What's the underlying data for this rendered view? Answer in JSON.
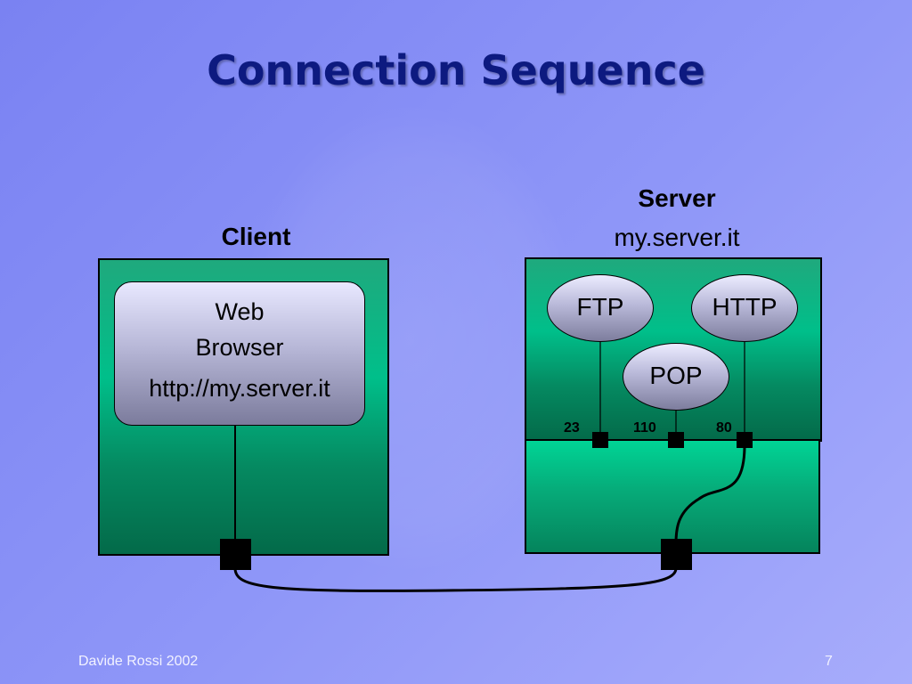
{
  "slide": {
    "title": "Connection Sequence",
    "footer_author": "Davide Rossi 2002",
    "page_number": "7"
  },
  "client": {
    "heading": "Client",
    "browser": {
      "line1": "Web",
      "line2": "Browser",
      "line3": "http://my.server.it"
    }
  },
  "server": {
    "heading": "Server",
    "hostname": "my.server.it",
    "services": {
      "ftp": "FTP",
      "http": "HTTP",
      "pop": "POP"
    },
    "ports": {
      "ftp": "23",
      "pop": "110",
      "http": "80"
    }
  },
  "colors": {
    "background": "#8f97f8",
    "title": "#0d1a80",
    "machine_green": "#00bf8a",
    "node_lavender": "#b9b9d9"
  },
  "icons": {
    "watermark": "university-seal"
  }
}
